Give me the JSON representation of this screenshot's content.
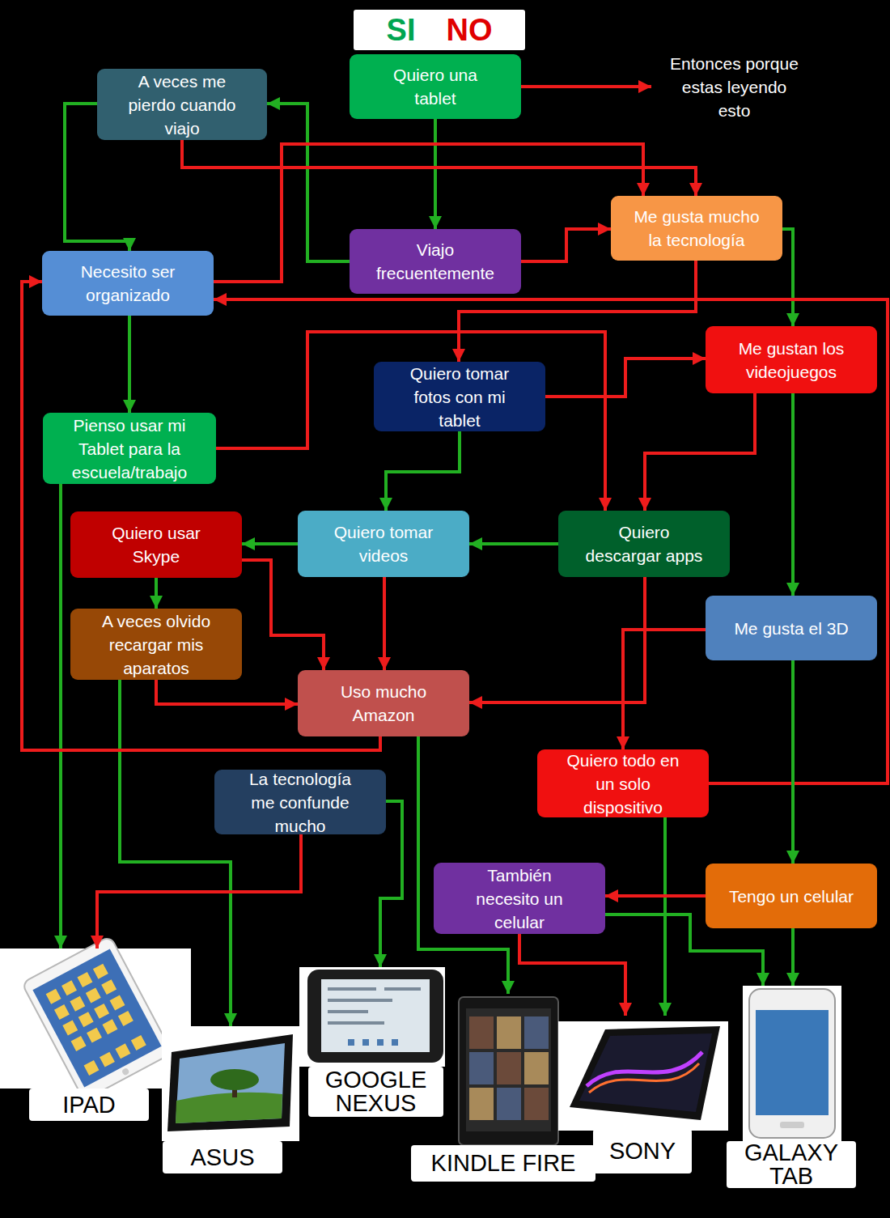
{
  "diagram": {
    "nodes": [
      {
        "text": [
          "SI",
          "NO"
        ]
      },
      {
        "text": [
          "Quiero una tablet"
        ]
      },
      {
        "text": [
          "Entonces porque estas leyendo esto"
        ]
      },
      {
        "text": [
          "A veces me pierdo cuando viajo"
        ]
      },
      {
        "text": [
          "Me gusta mucho la tecnología"
        ]
      },
      {
        "text": [
          "Viajo frecuentemente"
        ]
      },
      {
        "text": [
          "Necesito ser organizado"
        ]
      },
      {
        "text": [
          "Me gustan los videojuegos"
        ]
      },
      {
        "text": [
          "Quiero tomar fotos con mi tablet"
        ]
      },
      {
        "text": [
          "Pienso usar mi Tablet para la escuela/trabajo"
        ]
      },
      {
        "text": [
          "Quiero usar Skype"
        ]
      },
      {
        "text": [
          "Quiero tomar videos"
        ]
      },
      {
        "text": [
          "Quiero descargar apps"
        ]
      },
      {
        "text": [
          "Me gusta el 3D"
        ]
      },
      {
        "text": [
          "A veces olvido recargar mis aparatos"
        ]
      },
      {
        "text": [
          "Uso mucho Amazon"
        ]
      },
      {
        "text": [
          "Quiero todo en un solo dispositivo"
        ]
      },
      {
        "text": [
          "La tecnología me confunde mucho"
        ]
      },
      {
        "text": [
          "También necesito un celular"
        ]
      },
      {
        "text": [
          "Tengo un celular"
        ]
      },
      {
        "text": [
          "IPAD"
        ]
      },
      {
        "text": [
          "ASUS"
        ]
      },
      {
        "text": [
          "GOOGLE NEXUS"
        ]
      },
      {
        "text": [
          "KINDLE FIRE"
        ]
      },
      {
        "text": [
          "SONY"
        ]
      },
      {
        "text": [
          "GALAXY TAB"
        ]
      }
    ],
    "edges": [
      {
        "from": 1,
        "to": 2,
        "arrow": "to"
      },
      {
        "from": 1,
        "to": 5,
        "arrow": "to"
      },
      {
        "from": 5,
        "to": 3,
        "arrow": "to"
      },
      {
        "from": 5,
        "to": 4,
        "arrow": "to"
      },
      {
        "from": 3,
        "to": 6,
        "arrow": "to"
      },
      {
        "from": 3,
        "to": 4,
        "arrow": "to"
      },
      {
        "from": 6,
        "to": 4,
        "arrow": "to"
      },
      {
        "from": 6,
        "to": 9,
        "arrow": "to"
      },
      {
        "from": 4,
        "to": 7,
        "arrow": "to"
      },
      {
        "from": 4,
        "to": 8,
        "arrow": "to"
      },
      {
        "from": 7,
        "to": 13,
        "arrow": "to"
      },
      {
        "from": 7,
        "to": 12,
        "arrow": "to"
      },
      {
        "from": 8,
        "to": 7,
        "arrow": "to"
      },
      {
        "from": 8,
        "to": 11,
        "arrow": "to"
      },
      {
        "from": 9,
        "to": 12,
        "arrow": "to"
      },
      {
        "from": 9,
        "to": 20,
        "arrow": "to"
      },
      {
        "from": 12,
        "to": 11,
        "arrow": "to"
      },
      {
        "from": 12,
        "to": 15,
        "arrow": "to"
      },
      {
        "from": 11,
        "to": 10,
        "arrow": "to"
      },
      {
        "from": 11,
        "to": 15,
        "arrow": "to"
      },
      {
        "from": 10,
        "to": 14,
        "arrow": "to"
      },
      {
        "from": 10,
        "to": 15,
        "arrow": "to"
      },
      {
        "from": 14,
        "to": 15,
        "arrow": "to"
      },
      {
        "from": 14,
        "to": 21,
        "arrow": "to"
      },
      {
        "from": 15,
        "to": 6,
        "arrow": "to"
      },
      {
        "from": 15,
        "to": 23,
        "arrow": "to"
      },
      {
        "from": 17,
        "to": 20,
        "arrow": "to"
      },
      {
        "from": 17,
        "to": 22,
        "arrow": "to"
      },
      {
        "from": 16,
        "to": 6,
        "arrow": "to"
      },
      {
        "from": 16,
        "to": 24,
        "arrow": "to"
      },
      {
        "from": 13,
        "to": 19,
        "arrow": "to"
      },
      {
        "from": 13,
        "to": 16,
        "arrow": "to"
      },
      {
        "from": 19,
        "to": 18,
        "arrow": "to"
      },
      {
        "from": 19,
        "to": 25,
        "arrow": "to"
      },
      {
        "from": 18,
        "to": 24,
        "arrow": "to"
      },
      {
        "from": 18,
        "to": 25,
        "arrow": "to"
      }
    ]
  }
}
